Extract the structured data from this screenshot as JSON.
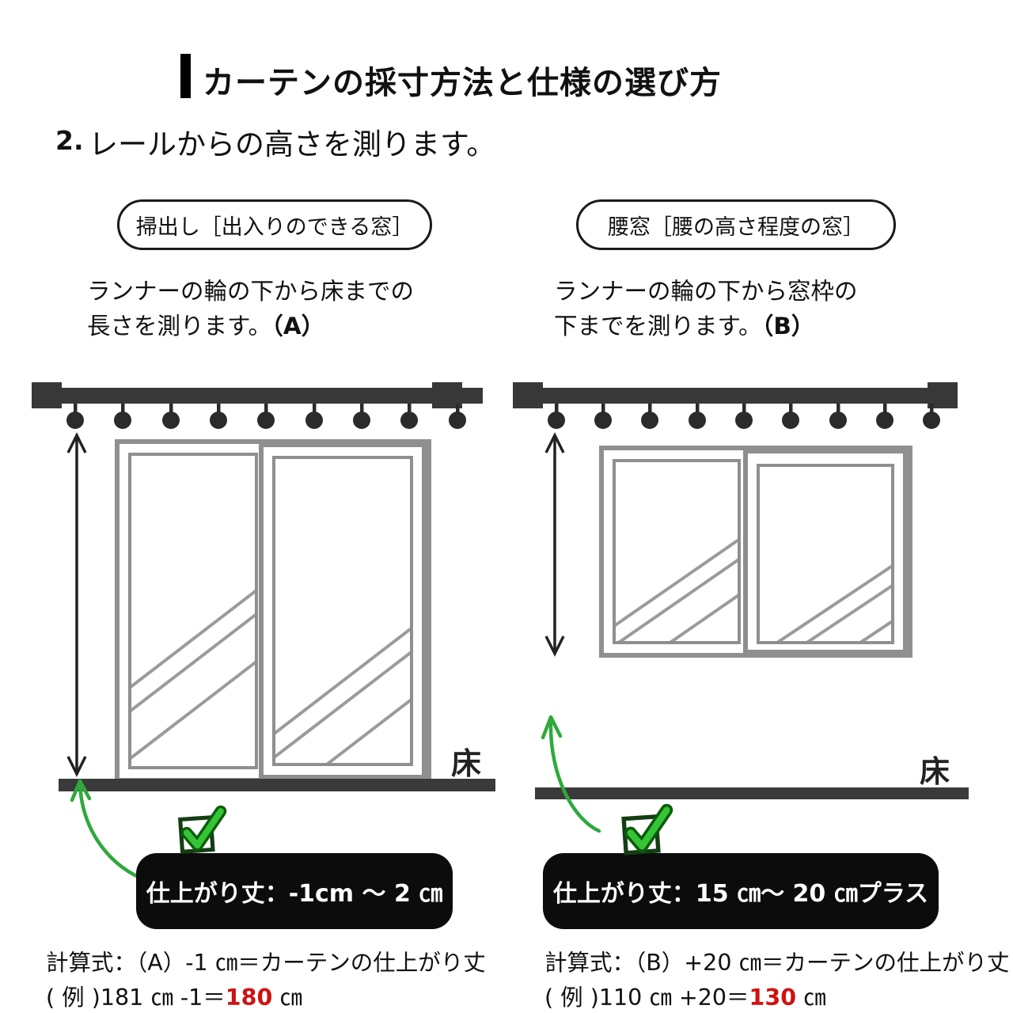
{
  "header": {
    "title": "カーテンの採寸方法と仕様の選び方",
    "step_number": "2.",
    "step_text": "レールからの高さを測ります。"
  },
  "left": {
    "pill": "掃出し［出入りのできる窓］",
    "desc_line1": "ランナーの輪の下から床までの",
    "desc_line2": "長さを測ります。",
    "desc_ref": "（A）",
    "floor_label": "床",
    "badge": "仕上がり丈：-1cm ～ 2 ㎝",
    "formula": "計算式：（A）-1 ㎝＝カーテンの仕上がり丈",
    "example_prefix": "( 例 )181 ㎝ -1＝",
    "example_value": "180",
    "example_unit": " ㎝"
  },
  "right": {
    "pill": "腰窓［腰の高さ程度の窓］",
    "desc_line1": "ランナーの輪の下から窓枠の",
    "desc_line2": "下までを測ります。",
    "desc_ref": "（B）",
    "floor_label": "床",
    "badge": "仕上がり丈：15 ㎝～ 20 ㎝プラス",
    "formula": "計算式：（B）+20 ㎝＝カーテンの仕上がり丈",
    "example_prefix": "( 例 )110 ㎝ +20＝",
    "example_value": "130",
    "example_unit": " ㎝"
  },
  "colors": {
    "badge_bg": "#0c0c0c",
    "accent_red": "#cf1212",
    "check_green": "#35c435",
    "arrow_green": "#2fa93c"
  }
}
